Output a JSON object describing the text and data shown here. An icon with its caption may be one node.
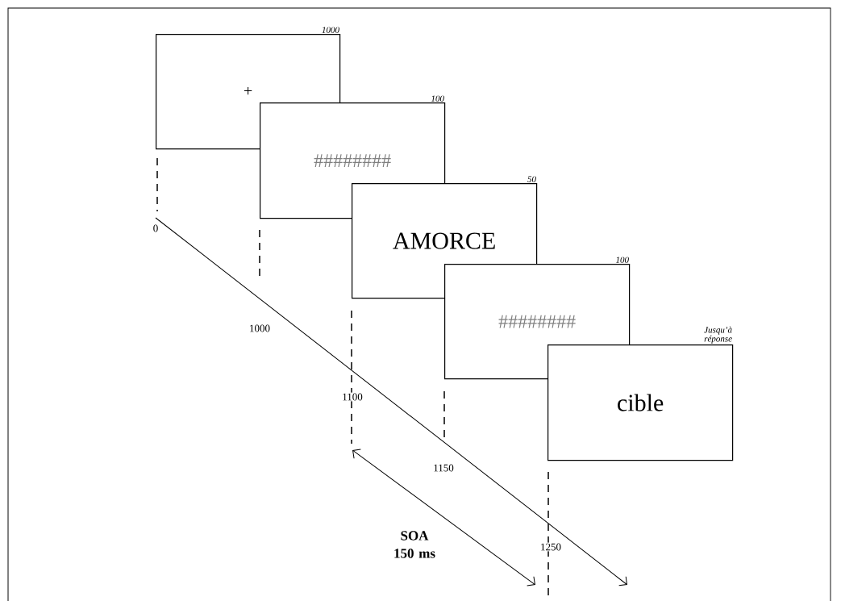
{
  "diagram": {
    "nodes": [
      {
        "text": [
          "+"
        ],
        "beside": [
          "1000"
        ]
      },
      {
        "text": [
          "########"
        ],
        "beside": [
          "100"
        ]
      },
      {
        "text": [
          "AMORCE"
        ],
        "beside": [
          "50"
        ]
      },
      {
        "text": [
          "########"
        ],
        "beside": [
          "100"
        ]
      },
      {
        "text": [
          "cible"
        ],
        "beside": [
          "Jusqu’à réponse"
        ]
      }
    ],
    "labels": [
      "0",
      "1000",
      "1100",
      "1150",
      "1250",
      "SOA 150 ms"
    ]
  }
}
